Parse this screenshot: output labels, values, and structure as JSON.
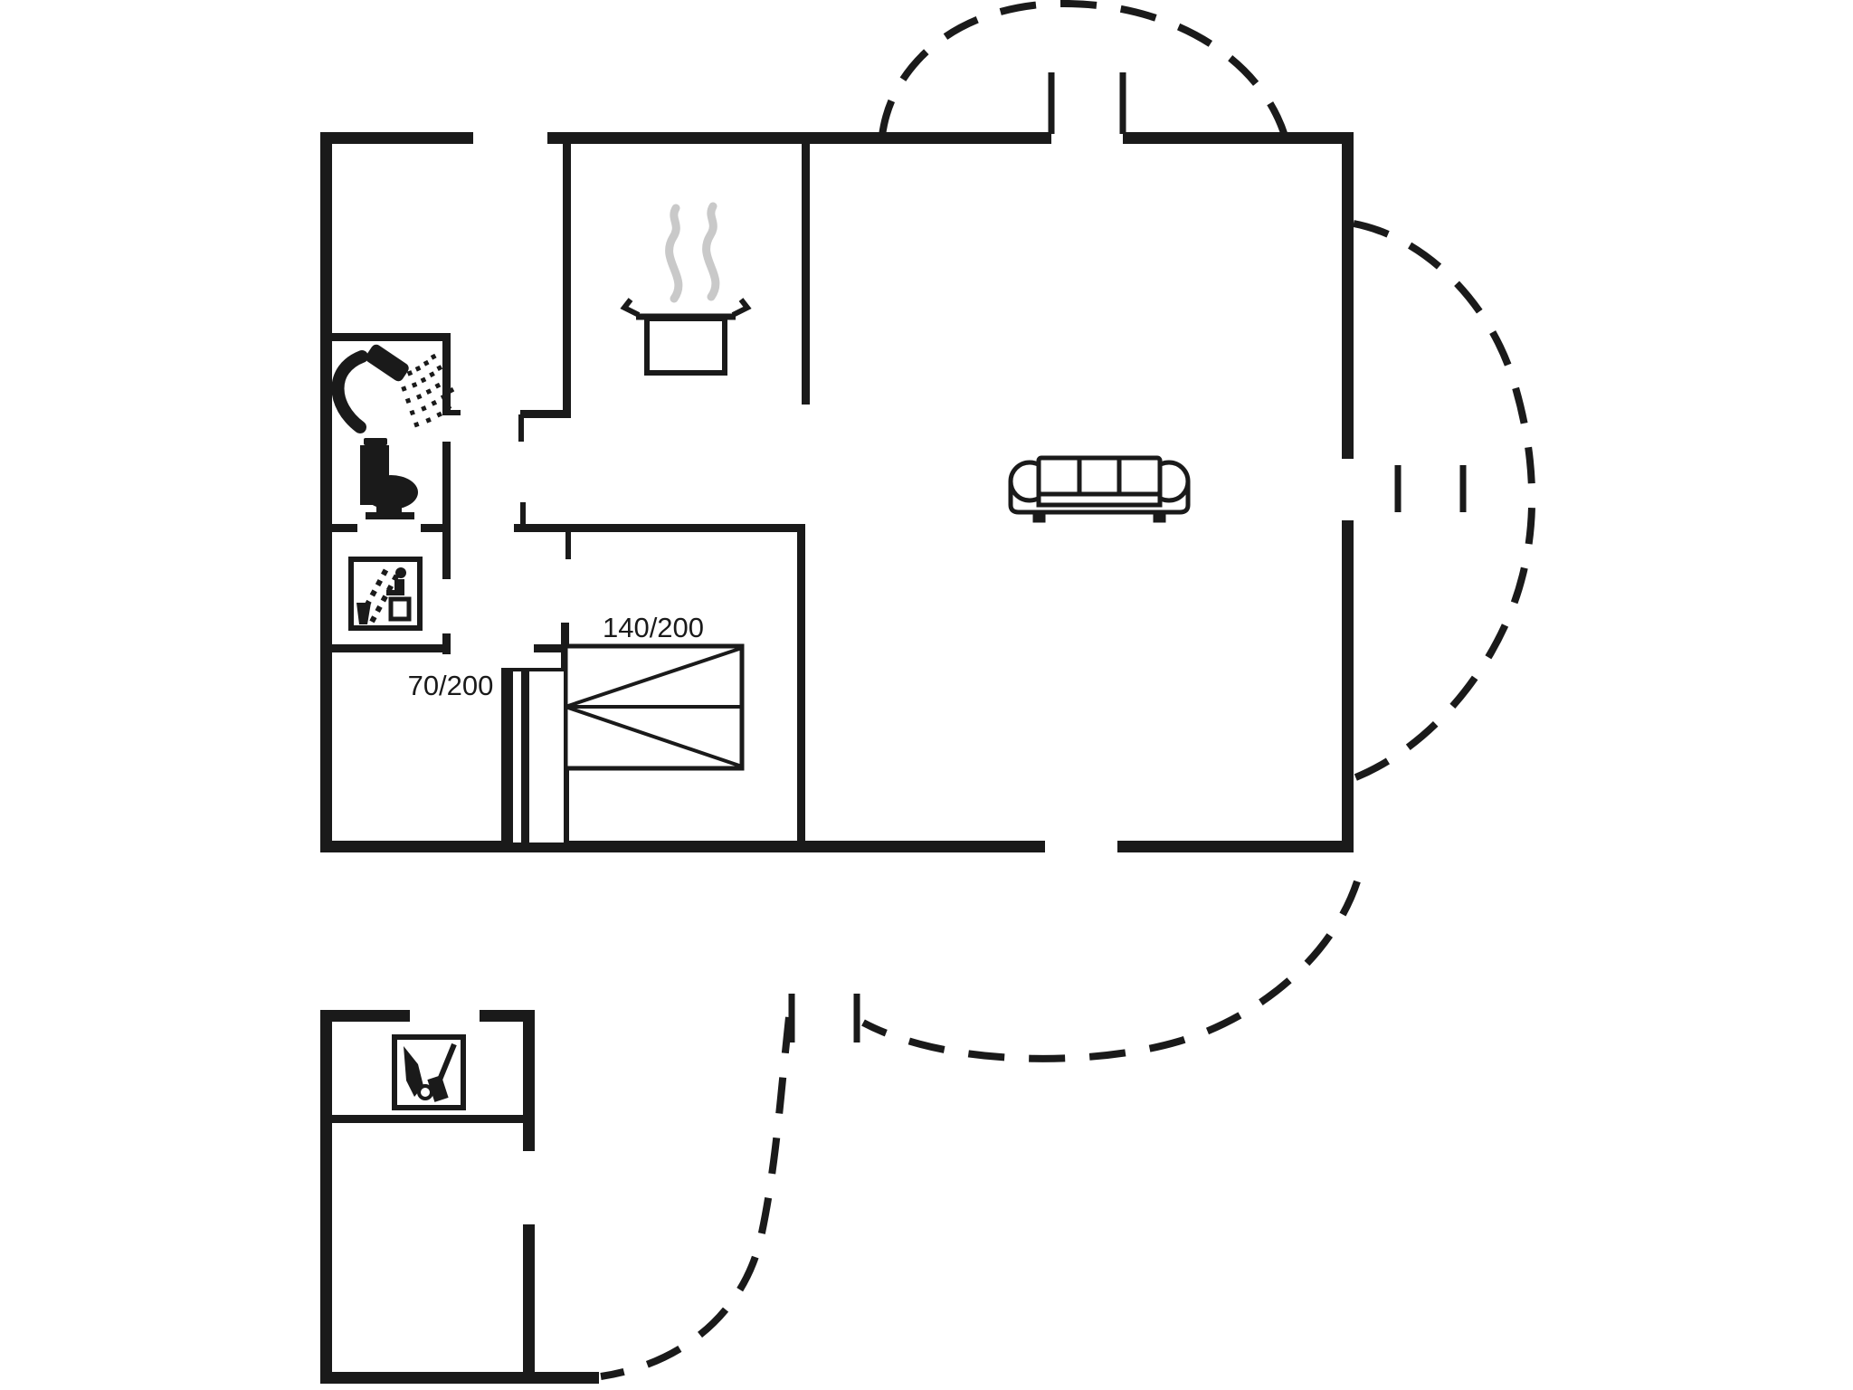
{
  "plan": {
    "background": "#ffffff",
    "wall_color": "#1a1a1a",
    "steam_color": "#c9c9c9",
    "labels": {
      "double_bed": "140/200",
      "single_bed": "70/200"
    },
    "icons": [
      "cooking-pot-icon",
      "steam-icon",
      "shower-icon",
      "toilet-icon",
      "sauna-icon",
      "sofa-icon",
      "double-bed-icon",
      "single-bed-icon",
      "garden-tools-icon"
    ],
    "features": {
      "terrace_outline_style": "dashed",
      "door_marker_style": "double-post"
    }
  }
}
